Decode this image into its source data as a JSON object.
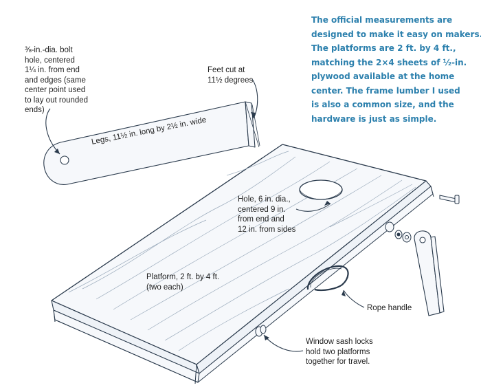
{
  "intro_lines": [
    "The official measurements are",
    "designed to make it easy on makers.",
    "The platforms are 2 ft. by 4 ft.,",
    "matching the 2×4 sheets of ½-in.",
    "plywood available at the home",
    "center. The frame lumber I used",
    "is also a common size, and the",
    "hardware is just as simple."
  ],
  "callouts": {
    "bolt_hole": [
      "⅜-in.-dia. bolt",
      "hole, centered",
      "1¼ in. from end",
      "and edges (same",
      "center point used",
      "to lay out rounded",
      "ends)"
    ],
    "feet_cut": [
      "Feet cut at",
      "11½ degrees"
    ],
    "legs": "Legs, 11½ in. long by 2½ in. wide",
    "hole": [
      "Hole, 6 in. dia.,",
      "centered 9 in.",
      "from end and",
      "12 in. from sides"
    ],
    "platform": [
      "Platform, 2 ft. by 4 ft.",
      "(two each)"
    ],
    "rope_handle": "Rope handle",
    "sash_locks": [
      "Window sash locks",
      "hold two platforms",
      "together for travel."
    ]
  },
  "colors": {
    "intro_text": "#2c80ad",
    "line": "#2a3a4c",
    "wood_grain": "#9aaabb",
    "fill": "#f6f8fb"
  }
}
